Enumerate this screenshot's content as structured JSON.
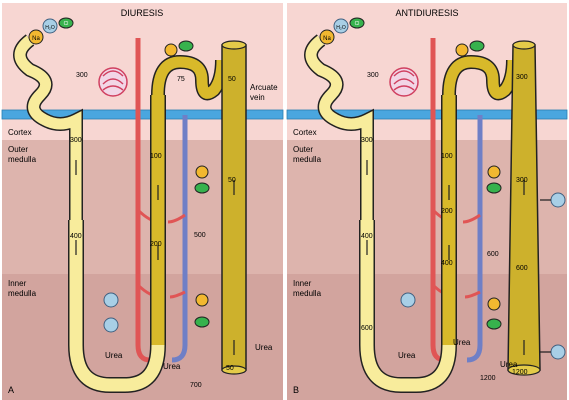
{
  "colors": {
    "cortex": "#f7d6d2",
    "outer_medulla": "#ddb4ad",
    "inner_medulla": "#d2a49e",
    "tubule_pale": "#f8ec9c",
    "tubule_dark": "#d8b92a",
    "duct": "#cdb12c",
    "outline": "#222222",
    "artery": "#e05555",
    "vein_blue": "#6f7fc6",
    "arcuate_vein": "#4aa6df",
    "na_fill": "#f2b830",
    "cl_fill": "#37b24d",
    "h2o_fill": "#a8cfe6"
  },
  "panels": [
    {
      "id": "diuresis",
      "title": "DIURESIS",
      "letter": "A",
      "zones": {
        "cortex": "Cortex",
        "outer_medulla": "Outer\nmedulla",
        "inner_medulla": "Inner\nmedulla"
      },
      "vessel_label": "Arcuate\nvein",
      "urea": [
        "Urea",
        "Urea",
        "Urea"
      ],
      "values": [
        "300",
        "300",
        "400",
        "100",
        "200",
        "75",
        "50",
        "50",
        "50",
        "500",
        "700"
      ],
      "ion_labels": {
        "na": "Na",
        "cl": "Cl",
        "h2o": "H₂O"
      }
    },
    {
      "id": "antidiuresis",
      "title": "ANTIDIURESIS",
      "letter": "B",
      "zones": {
        "cortex": "Cortex",
        "outer_medulla": "Outer\nmedulla",
        "inner_medulla": "Inner\nmedulla"
      },
      "urea": [
        "Urea",
        "Urea",
        "Urea"
      ],
      "values": [
        "300",
        "300",
        "400",
        "600",
        "100",
        "200",
        "400",
        "300",
        "300",
        "600",
        "600",
        "1200",
        "1200"
      ],
      "ion_labels": {
        "na": "Na",
        "cl": "Cl",
        "h2o": "H₂O"
      }
    }
  ]
}
